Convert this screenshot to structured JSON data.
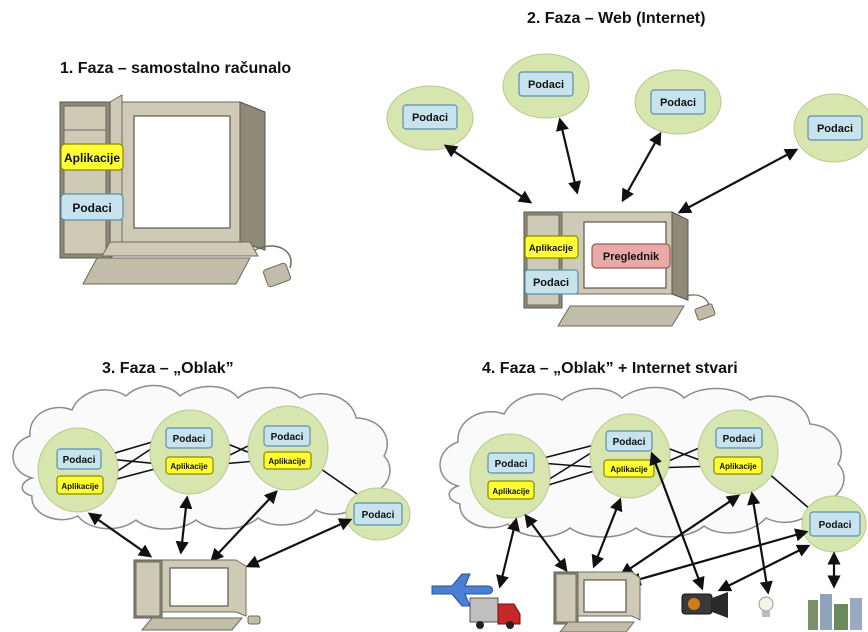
{
  "phases": [
    {
      "title": "1. Faza – samostalno računalo"
    },
    {
      "title": "2. Faza – Web (Internet)"
    },
    {
      "title": "3. Faza – „Oblak”"
    },
    {
      "title": "4. Faza – „Oblak” + Internet stvari"
    }
  ],
  "labels": {
    "data": "Podaci",
    "app": "Aplikacije",
    "browser": "Preglednik"
  },
  "colors": {
    "data_box": "#c7e3ee",
    "app_box": "#ffff33",
    "browser_box": "#e9a9a6",
    "node": "#d6e6ae"
  },
  "icons": [
    "computer-icon",
    "cloud-icon",
    "airplane-icon",
    "truck-icon",
    "video-camera-icon",
    "light-bulb-icon",
    "city-icon"
  ]
}
